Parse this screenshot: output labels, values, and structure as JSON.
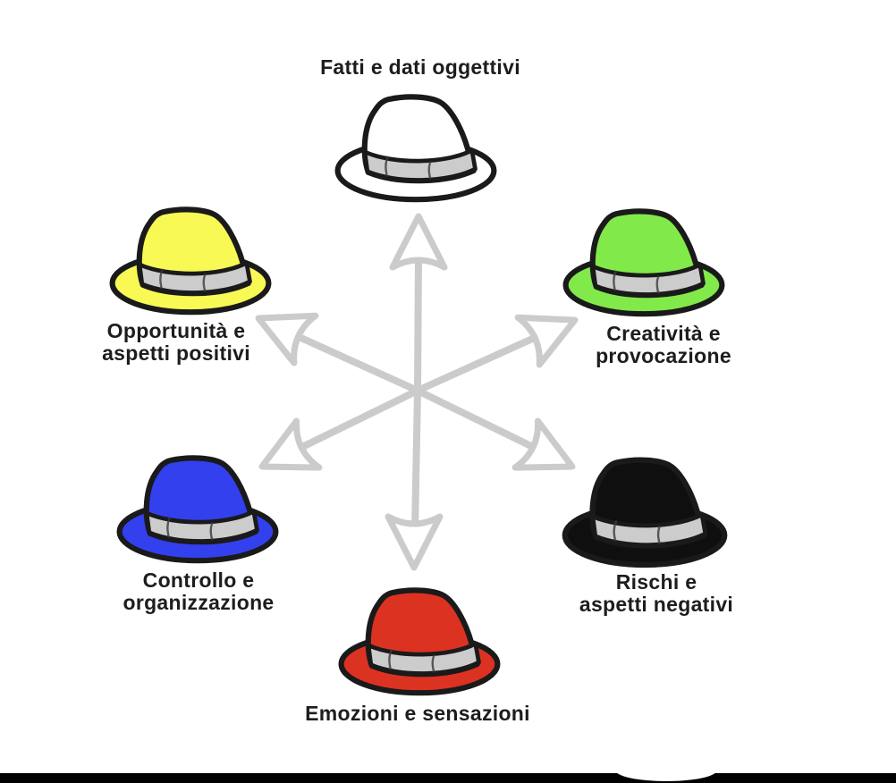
{
  "diagram": {
    "subject": "Six thinking hats radial diagram (Italian)",
    "background": "#ffffff",
    "arrow_color": "#cbcbcb",
    "outline_color": "#1a1a1a",
    "band_color": "#cccccc",
    "bottom_bar_color": "#000000",
    "arrow_count": 6
  },
  "hats": [
    {
      "id": "white",
      "position": "top",
      "color": "#ffffff",
      "label_lines": [
        "Fatti e dati oggettivi"
      ]
    },
    {
      "id": "yellow",
      "position": "upper-left",
      "color": "#f8f955",
      "label_lines": [
        "Opportunità e",
        "aspetti positivi"
      ]
    },
    {
      "id": "green",
      "position": "upper-right",
      "color": "#82e94b",
      "label_lines": [
        "Creatività e",
        "provocazione"
      ]
    },
    {
      "id": "blue",
      "position": "lower-left",
      "color": "#3340ee",
      "label_lines": [
        "Controllo e",
        "organizzazione"
      ]
    },
    {
      "id": "black",
      "position": "lower-right",
      "color": "#0f0f0f",
      "label_lines": [
        "Rischi e",
        "aspetti negativi"
      ]
    },
    {
      "id": "red",
      "position": "bottom",
      "color": "#dc3222",
      "label_lines": [
        "Emozioni e sensazioni"
      ]
    }
  ]
}
